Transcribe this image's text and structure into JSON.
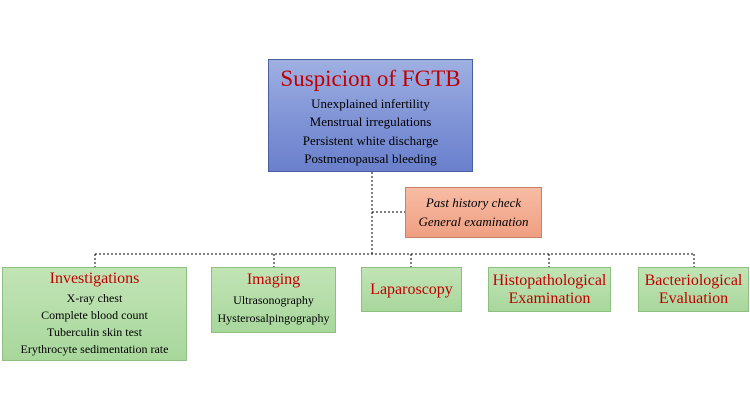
{
  "root": {
    "title": "Suspicion of FGTB",
    "items": [
      "Unexplained infertility",
      "Menstrual irregulations",
      "Persistent white discharge",
      "Postmenopausal bleeding"
    ]
  },
  "side": {
    "items": [
      "Past history check",
      "General examination"
    ]
  },
  "children": [
    {
      "title": "Investigations",
      "items": [
        "X-ray chest",
        "Complete blood count",
        "Tuberculin skin test",
        "Erythrocyte sedimentation rate"
      ]
    },
    {
      "title": "Imaging",
      "items": [
        "Ultrasonography",
        "Hysterosalpingography"
      ]
    },
    {
      "title": "Laparoscopy",
      "items": []
    },
    {
      "title_lines": [
        "Histopathological",
        "Examination"
      ],
      "items": []
    },
    {
      "title_lines": [
        "Bacteriological",
        "Evaluation"
      ],
      "items": []
    }
  ],
  "colors": {
    "root_fill": "#7f93d6",
    "side_fill": "#ef9f82",
    "child_fill": "#a8d79c",
    "title_text": "#c00000",
    "connector": "#000000"
  }
}
